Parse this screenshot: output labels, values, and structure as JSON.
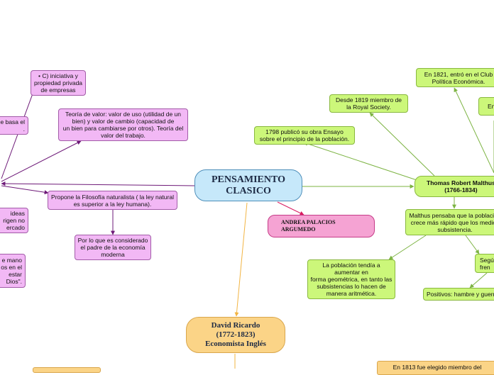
{
  "center": {
    "label": "PENSAMIENTO\nCLASICO"
  },
  "author": {
    "label": "ANDREA PALACIOS\nARGUMEDO"
  },
  "ricardo": {
    "label": "David Ricardo\n(1772-1823)\nEconomista Inglés"
  },
  "smith_branch": {
    "iniciativa": "• C) iniciativa y\npropiedad privada\nde empresas",
    "basa": "e basa el\n.",
    "teoria_valor": "Teoría de valor: valor de uso (utilidad de un\nbien) y valor de cambio (capacidad de\nun bien para cambiarse por otros). Teoría del\nvalor del trabajo.",
    "filosofia": "Propone la Filosofía naturalista ( la ley natural\nes superior a la ley humana).",
    "ideas": "ideas\nrigen no\nercado",
    "mano": "e mano\nos en el\nestar\nDios\".",
    "padre": "Por lo que es considerado\nel padre de la economía\nmoderna"
  },
  "malthus_branch": {
    "malthus": "Thomas Robert Malthus\n(1766-1834)",
    "club": "En 1821, entró en el Club\nPolítica Económica.",
    "royal": "Desde 1819 miembro de\nla Royal Society.",
    "en": "En",
    "ensayo": "1798 publicó su obra Ensayo\nsobre el principio de la población.",
    "pensaba": "Malthus pensaba que la población\ncrece más rápido que los medios\nsubsistencia.",
    "geometrica": "La población tendía a\naumentar en\nforma geométrica, en tanto las\nsubsistencias lo hacen de\nmanera aritmética.",
    "segun": "Segú\nfren",
    "positivos": "Positivos: hambre y guerr"
  },
  "ricardo_branch": {
    "elegido": "En 1813 fue elegido miembro del"
  },
  "colors": {
    "purple_fill": "#f2b8f5",
    "green_fill": "#ccf77a",
    "center_fill": "#c6e8fa",
    "pink_fill": "#f5a3d3",
    "orange_fill": "#fbd487",
    "purple_line": "#6e1a78",
    "green_line": "#7cb342",
    "pink_line": "#d81b60",
    "orange_line": "#f2b442"
  }
}
